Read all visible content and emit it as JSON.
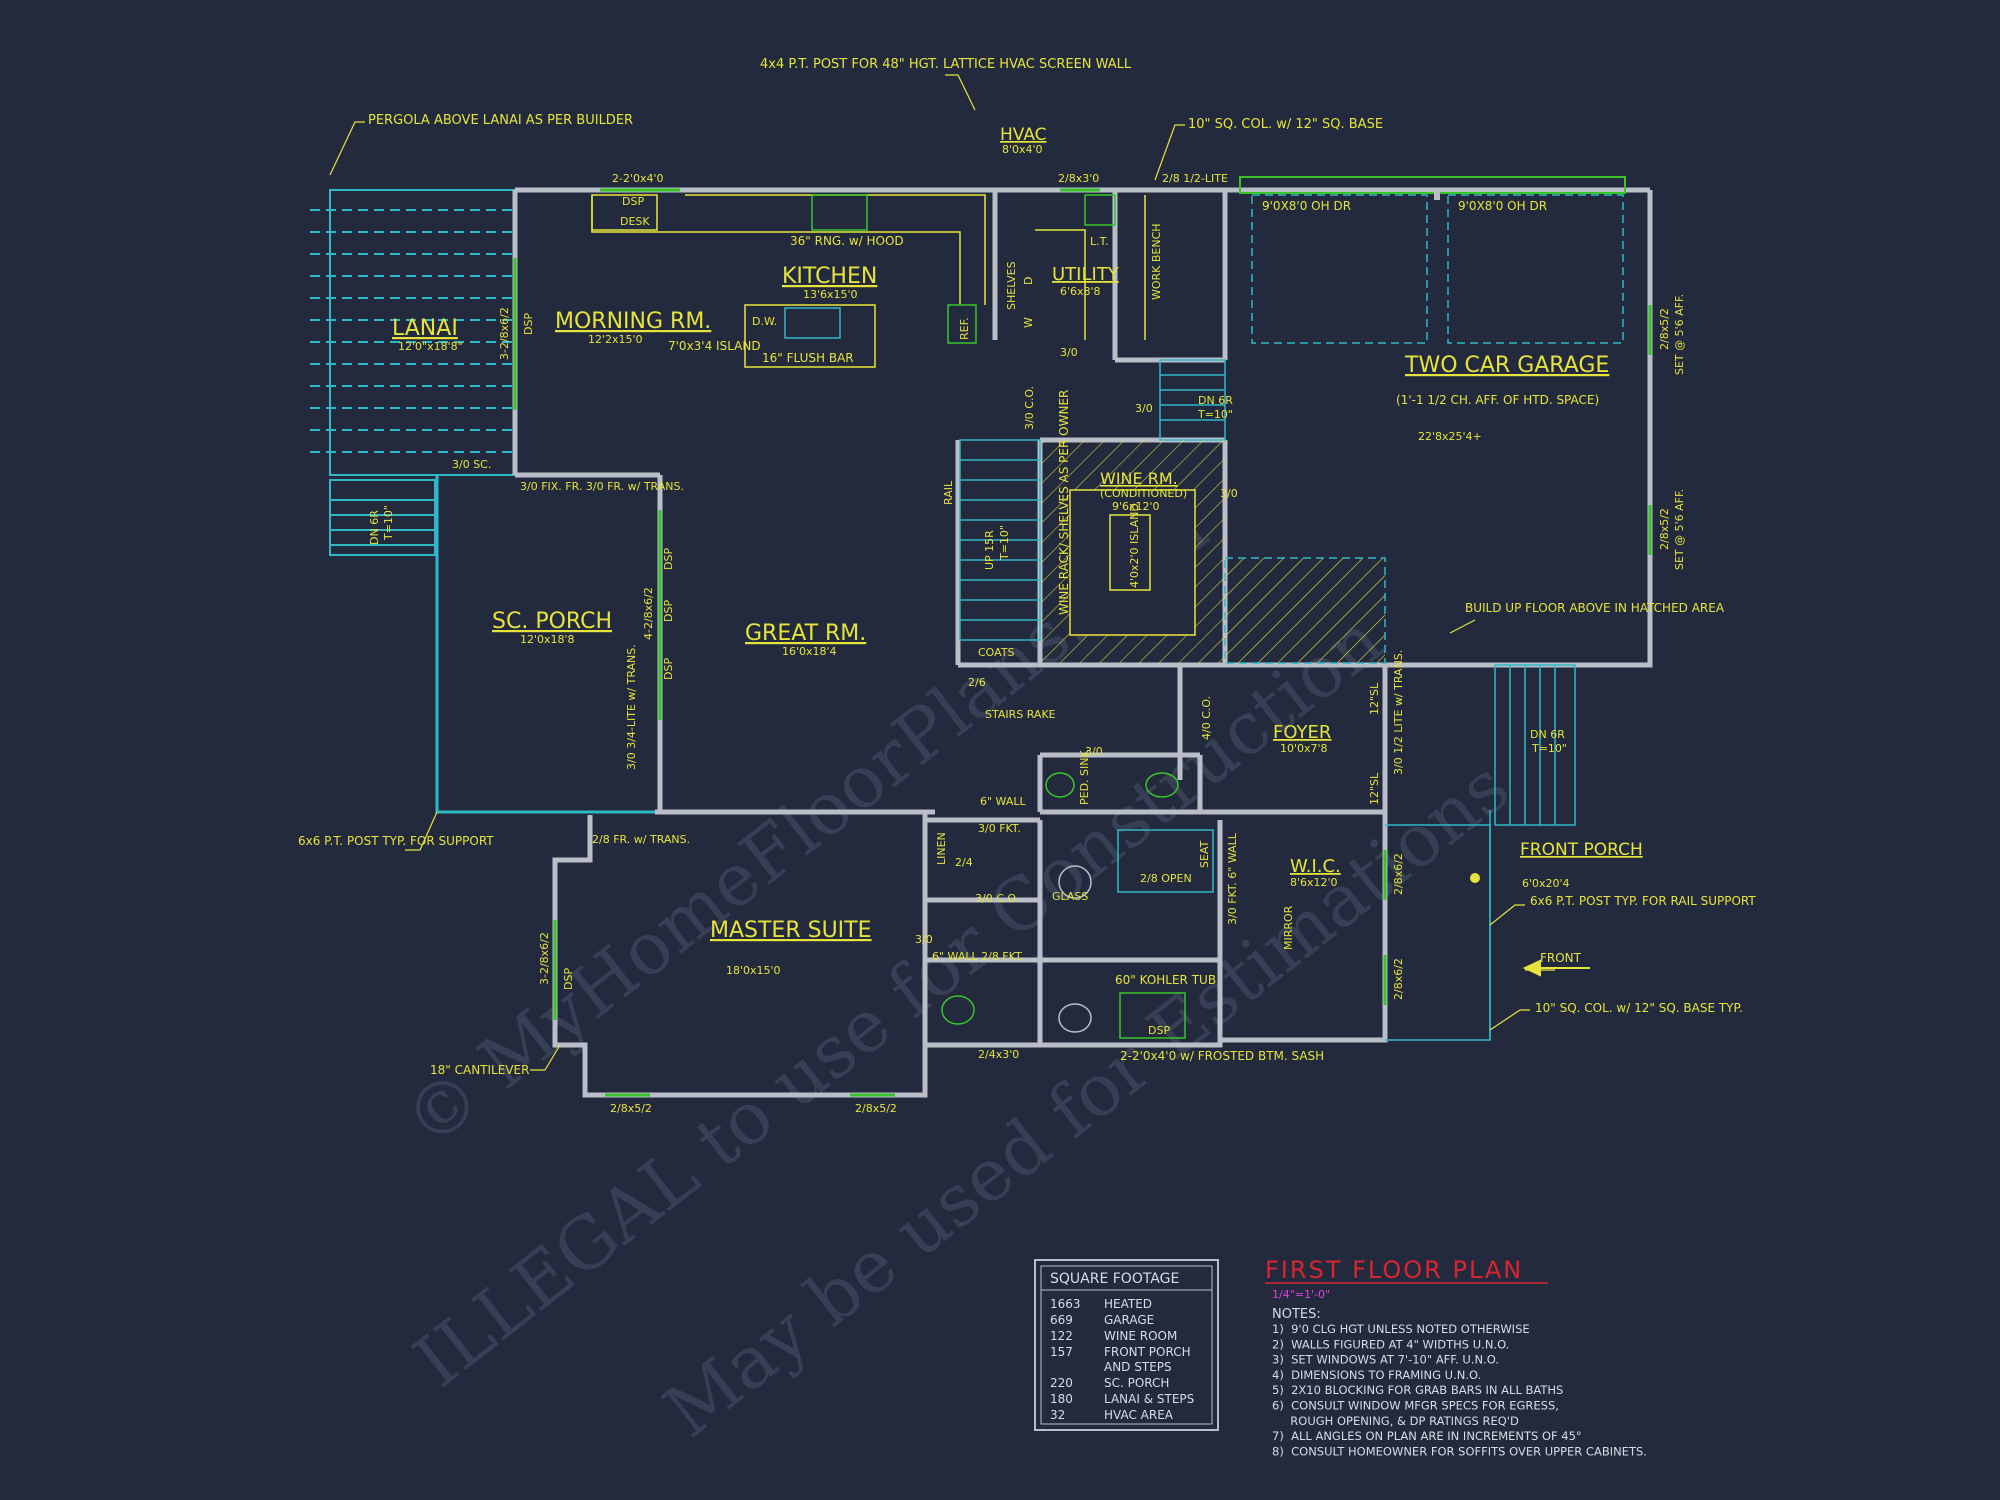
{
  "watermark": {
    "line1": "© MyHomeFloorPlans.com",
    "line2": "ILLEGAL to use for Construction",
    "line3": "May be used for Estimations"
  },
  "title": {
    "plan_title": "FIRST FLOOR PLAN",
    "scale": "1/4\"=1'-0\""
  },
  "rooms": [
    {
      "id": "lanai",
      "name": "LANAI",
      "size": "12'0\"x18'8\""
    },
    {
      "id": "morning-rm",
      "name": "MORNING RM.",
      "size": "12'2x15'0"
    },
    {
      "id": "kitchen",
      "name": "KITCHEN",
      "size": "13'6x15'0"
    },
    {
      "id": "utility",
      "name": "UTILITY",
      "size": "6'6x8'8"
    },
    {
      "id": "hvac",
      "name": "HVAC",
      "size": "8'0x4'0"
    },
    {
      "id": "two-car-garage",
      "name": "TWO CAR GARAGE",
      "size": "22'8x25'4+"
    },
    {
      "id": "wine-rm",
      "name": "WINE RM.",
      "size": "9'6x12'0"
    },
    {
      "id": "great-rm",
      "name": "GREAT RM.",
      "size": "16'0x18'4"
    },
    {
      "id": "sc-porch",
      "name": "SC. PORCH",
      "size": "12'0x18'8"
    },
    {
      "id": "foyer",
      "name": "FOYER",
      "size": "10'0x7'8"
    },
    {
      "id": "wic",
      "name": "W.I.C.",
      "size": "8'6x12'0"
    },
    {
      "id": "front-porch",
      "name": "FRONT PORCH",
      "size": "6'0x20'4"
    },
    {
      "id": "master-suite",
      "name": "MASTER SUITE",
      "size": "18'0x15'0"
    }
  ],
  "callouts": {
    "pergola": "PERGOLA ABOVE LANAI AS PER BUILDER",
    "post_lattice": "4x4 P.T. POST FOR 48\" HGT. LATTICE HVAC SCREEN WALL",
    "sq_col": "10\" SQ. COL. w/ 12\" SQ. BASE",
    "rng_hood": "36\" RNG. w/ HOOD",
    "island": "7'0x3'4 ISLAND",
    "flush_bar": "16\" FLUSH BAR",
    "oh_door1": "9'0X8'0 OH DR",
    "oh_door2": "9'0X8'0 OH DR",
    "garage_note": "(1'-1 1/2 CH. AFF. OF HTD. SPACE)",
    "wine_cond": "(CONDITIONED)",
    "wine_rack": "WINE RACK/ SHELVES AS PER OWNER",
    "wine_island": "4'0x2'0 ISLAND",
    "build_up": "BUILD UP FLOOR ABOVE IN HATCHED AREA",
    "post_support": "6x6 P.T. POST TYP. FOR SUPPORT",
    "post_rail": "6x6 P.T. POST TYP. FOR RAIL SUPPORT",
    "sq_col_typ": "10\" SQ. COL. w/ 12\" SQ. BASE TYP.",
    "cantilever": "18\" CANTILEVER",
    "kohler": "60\" KOHLER TUB",
    "frosted": "2-2'0x4'0 w/ FROSTED BTM. SASH",
    "front": "FRONT",
    "set_aff1": "SET @ 5'6 AFF.",
    "set_aff2": "SET @ 5'6 AFF.",
    "stairs_rake": "STAIRS RAKE"
  },
  "labels": {
    "desk_top": "2-2'0x4'0",
    "dsp": "DSP",
    "desk": "DESK",
    "win_283": "2/8x3'0",
    "lite": "2/8 1/2-LITE",
    "dw": "D.W.",
    "ref": "REF.",
    "shelves": "SHELVES",
    "d": "D",
    "w": "W",
    "lt": "L.T.",
    "work_bench": "WORK BENCH",
    "door_30a": "3/0",
    "door_30b": "3/0",
    "door_30c": "3/0",
    "co_30": "3/0 C.O.",
    "dn6r_a": "DN 6R",
    "tx10_a": "T=10\"",
    "rail": "RAIL",
    "up15r": "UP 15R",
    "tx10_b": "T=10\"",
    "coats": "COATS",
    "door_26": "2/6",
    "sc30": "3/0 SC.",
    "fix_fr": "3/0 FIX. FR. 3/0 FR. w/ TRANS.",
    "dn6r_b": "DN 6R",
    "tx10_c": "T=10\"",
    "win_426a": "3-2/8x6/2",
    "win_426b": "4-2/8x6/2",
    "dsp_l1": "DSP",
    "dsp_l2": "DSP",
    "dsp_l3": "DSP",
    "dsp_l4": "DSP",
    "lite34": "3/0 3/4-LITE w/ TRANS.",
    "co_40": "4/0 C.O.",
    "door_30d": "3/0",
    "ped_sink": "PED. SINK",
    "sl12a": "12\"SL",
    "sl12b": "12\"SL",
    "half_lite": "3/0 1/2 LITE w/ TRANS.",
    "dn6r_c": "DN 6R",
    "tx10_d": "T=10\"",
    "wall6a": "6\" WALL",
    "fkt30a": "3/0 FKT.",
    "linen": "LINEN",
    "door_24": "2/4",
    "co_30b": "3/0 C.O.",
    "glass": "GLASS",
    "open28": "2/8 OPEN",
    "seat": "SEAT",
    "fkt_wall": "3/0 FKT. 6\" WALL",
    "mirror": "MIRROR",
    "win_2862a": "2/8x6/2",
    "win_2862b": "2/8x6/2",
    "fr28": "2/8 FR. w/ TRANS.",
    "door_30e": "3/0",
    "wall6b": "6\" WALL 2/8 FKT.",
    "win_2431": "2/4x3'0",
    "win_2852a": "2/8x5/2",
    "win_2852b": "2/8x5/2",
    "win_3262": "3-2/8x6/2",
    "dsp_ms": "DSP",
    "dsp_tub": "DSP",
    "win_garage1": "2/8x5/2",
    "win_garage2": "2/8x5/2"
  },
  "square_footage": {
    "heading": "SQUARE FOOTAGE",
    "rows": [
      {
        "value": "1663",
        "label": "HEATED"
      },
      {
        "value": "669",
        "label": "GARAGE"
      },
      {
        "value": "122",
        "label": "WINE ROOM"
      },
      {
        "value": "157",
        "label": "FRONT PORCH AND STEPS"
      },
      {
        "value": "220",
        "label": "SC. PORCH"
      },
      {
        "value": "180",
        "label": "LANAI & STEPS"
      },
      {
        "value": "32",
        "label": "HVAC AREA"
      }
    ]
  },
  "notes": {
    "heading": "NOTES:",
    "items": [
      "1)  9'0 CLG HGT UNLESS NOTED OTHERWISE",
      "2)  WALLS FIGURED AT 4\" WIDTHS U.N.O.",
      "3)  SET WINDOWS AT 7'-10\" AFF. U.N.O.",
      "4)  DIMENSIONS TO FRAMING U.N.O.",
      "5)  2X10 BLOCKING FOR GRAB BARS IN ALL BATHS",
      "6)  CONSULT WINDOW MFGR SPECS FOR EGRESS,",
      "     ROUGH OPENING, & DP RATINGS REQ'D",
      "7)  ALL ANGLES ON PLAN ARE IN INCREMENTS OF 45°",
      "8)  CONSULT HOMEOWNER FOR SOFFITS OVER UPPER CABINETS."
    ]
  },
  "colors": {
    "background": "#232a3d",
    "wall": "#b9bec9",
    "text": "#e6e43a",
    "cyan": "#2fb8c8",
    "green": "#39c42a",
    "title_red": "#d8252e",
    "scale_magenta": "#e040e0"
  }
}
